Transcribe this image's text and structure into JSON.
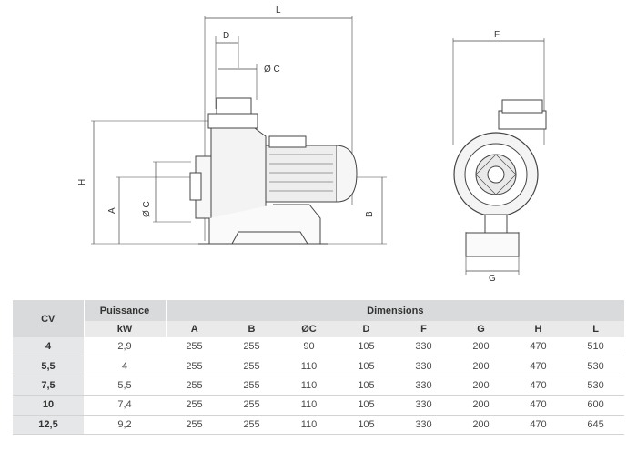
{
  "drawing": {
    "dimension_labels": {
      "L": "L",
      "D": "D",
      "OC_top": "Ø C",
      "H": "H",
      "A": "A",
      "OC_side": "Ø C",
      "B": "B",
      "F": "F",
      "G": "G"
    },
    "line_color": "#444444"
  },
  "table": {
    "header_cv": "CV",
    "header_power": "Puissance",
    "header_power_unit": "kW",
    "header_dimensions": "Dimensions",
    "columns": [
      "A",
      "B",
      "ØC",
      "D",
      "F",
      "G",
      "H",
      "L"
    ],
    "rows": [
      {
        "cv": "4",
        "kw": "2,9",
        "vals": [
          "255",
          "255",
          "90",
          "105",
          "330",
          "200",
          "470",
          "510"
        ]
      },
      {
        "cv": "5,5",
        "kw": "4",
        "vals": [
          "255",
          "255",
          "110",
          "105",
          "330",
          "200",
          "470",
          "530"
        ]
      },
      {
        "cv": "7,5",
        "kw": "5,5",
        "vals": [
          "255",
          "255",
          "110",
          "105",
          "330",
          "200",
          "470",
          "530"
        ]
      },
      {
        "cv": "10",
        "kw": "7,4",
        "vals": [
          "255",
          "255",
          "110",
          "105",
          "330",
          "200",
          "470",
          "600"
        ]
      },
      {
        "cv": "12,5",
        "kw": "9,2",
        "vals": [
          "255",
          "255",
          "110",
          "105",
          "330",
          "200",
          "470",
          "645"
        ]
      }
    ],
    "colors": {
      "header_bg": "#d9dadb",
      "sub_bg": "#eaeaeb",
      "cv_bg": "#e6e7e8",
      "rule": "#d3d3d3"
    }
  }
}
